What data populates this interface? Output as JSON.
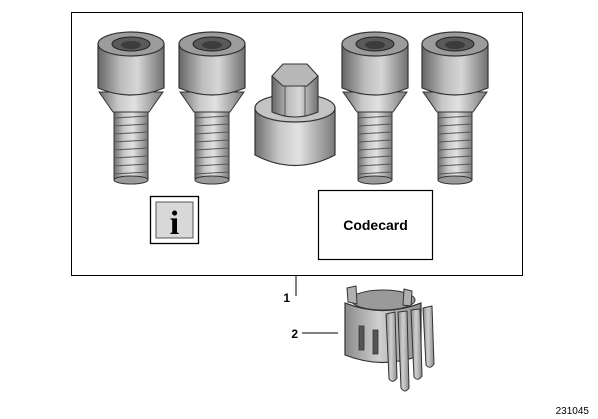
{
  "codecard": {
    "label": "Codecard"
  },
  "callouts": [
    {
      "number": "1"
    },
    {
      "number": "2"
    }
  ],
  "info_icon": {
    "glyph": "i"
  },
  "diagram_id": "231045",
  "colors": {
    "outline": "#000000",
    "metal_light": "#d4d4d4",
    "metal_mid": "#a8a8a8",
    "metal_dark": "#6e6e6e",
    "info_fill": "#d8d8d8"
  }
}
